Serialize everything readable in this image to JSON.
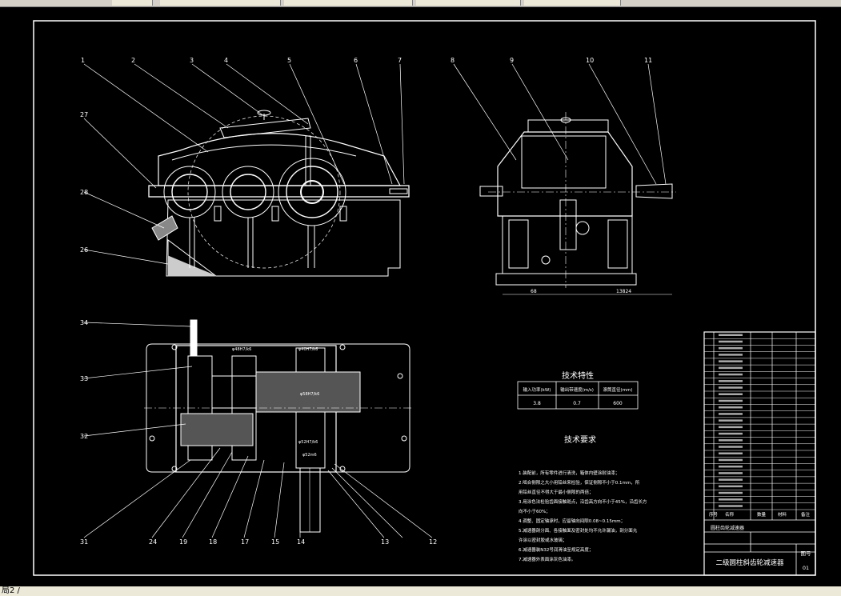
{
  "titlebar": {
    "segments": [
      "",
      "",
      "",
      "",
      ""
    ]
  },
  "status": {
    "text": "局2 /"
  },
  "views": {
    "front_callouts": [
      "1",
      "2",
      "3",
      "4",
      "5",
      "6",
      "7",
      "27",
      "28",
      "26"
    ],
    "side_callouts": [
      "8",
      "9",
      "10",
      "11"
    ],
    "side_dims": [
      "68",
      "13824"
    ],
    "top_callouts": [
      "34",
      "33",
      "32",
      "31",
      "24",
      "19",
      "18",
      "17",
      "15",
      "14",
      "13",
      "12"
    ],
    "top_fits": [
      "φ48H7/k6",
      "φ40H7/k6",
      "φ58H7/k6",
      "φ52H7/k6",
      "φ52m6"
    ]
  },
  "tech_char": {
    "title": "技术特性",
    "headers": [
      "输入功率(kW)",
      "输出带速度(m/s)",
      "滚筒直径(mm)"
    ],
    "values": [
      "3.8",
      "0.7",
      "600"
    ]
  },
  "tech_req": {
    "title": "技术要求",
    "lines": [
      "1.装配前，所有零件进行清洗，箱体内壁涂耐油漆；",
      "2.啮合侧隙之大小用铅丝来检验，保证侧隙不小于0.1mm，所",
      "用铅丝直径不得大于最小侧隙的两倍；",
      "3.用涂色法检验齿面接触斑点，沿齿高方向不小于45%，沿齿长方",
      "向不小于60%；",
      "4.调整、固定轴承时，应留轴向间隙0.08~0.15mm；",
      "5.减速器剖分面、各接触面及密封处均不允许漏油，剖分面允",
      "许涂以密封胶或水玻璃；",
      "6.减速器装N32号润滑油至规定高度；",
      "7.减速器外表面涂灰色油漆。"
    ]
  },
  "title_block": {
    "drawing_title": "二级圆柱斜齿轮减速器",
    "sheet_label": "图号",
    "sheet_no": "01",
    "subtitle": "圆柱齿轮减速器",
    "header_cells": [
      "序号",
      "名称",
      "数量",
      "材料",
      "备注"
    ]
  }
}
